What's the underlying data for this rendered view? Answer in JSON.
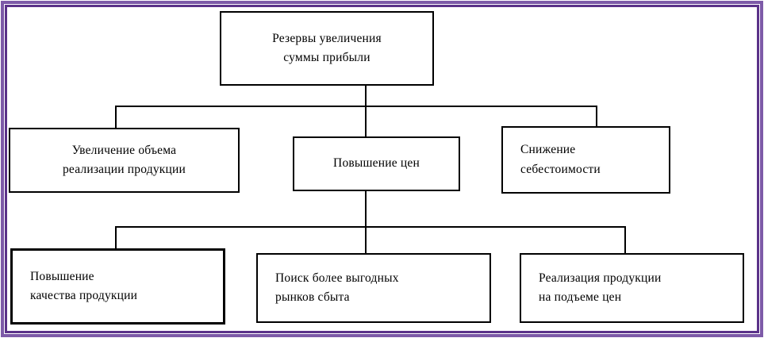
{
  "diagram": {
    "title": "Резервы увеличения суммы прибыли",
    "type": "hierarchy-tree",
    "frame_color_outer": "#7d5aa8",
    "frame_color_inner": "#5b3289",
    "node_border_color": "#000000",
    "connector_color": "#000000",
    "background": "#ffffff"
  },
  "nodes": {
    "root": {
      "lines": [
        "Резервы увеличения",
        "суммы прибыли"
      ]
    },
    "level2": [
      {
        "lines": [
          "Увеличение объема",
          "реализации продукции"
        ]
      },
      {
        "lines": [
          "Повышение цен"
        ]
      },
      {
        "lines": [
          "Снижение",
          "себестоимости"
        ]
      }
    ],
    "level3": [
      {
        "lines": [
          "Повышение",
          "качества продукции"
        ]
      },
      {
        "lines": [
          "Поиск более выгодных",
          "рынков сбыта"
        ]
      },
      {
        "lines": [
          "Реализация продукции",
          "на подъеме цен"
        ]
      }
    ]
  }
}
